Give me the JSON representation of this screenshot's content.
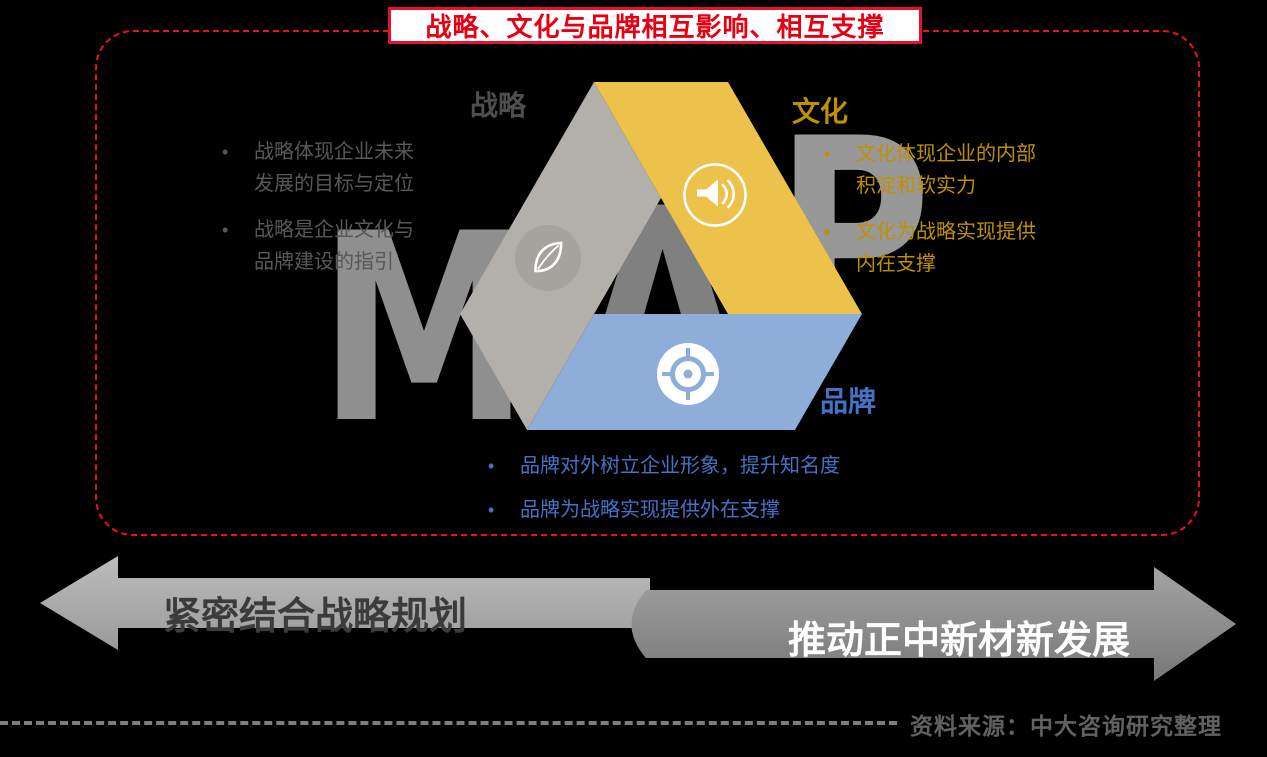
{
  "banner": {
    "title": "战略、文化与品牌相互影响、相互支撑"
  },
  "watermark": {
    "m": "M",
    "a": "A",
    "p": "P"
  },
  "sections": {
    "strategy": {
      "label": "战略",
      "icon": "leaf-icon",
      "bullets": [
        "战略体现企业未来发展的目标与定位",
        "战略是企业文化与品牌建设的指引"
      ]
    },
    "culture": {
      "label": "文化",
      "icon": "megaphone-icon",
      "bullets": [
        "文化体现企业的内部积淀和软实力",
        "文化为战略实现提供内在支撑"
      ]
    },
    "brand": {
      "label": "品牌",
      "icon": "target-icon",
      "bullets": [
        "品牌对外树立企业形象，提升知名度",
        "品牌为战略实现提供外在支撑"
      ]
    }
  },
  "arrows": {
    "left": "紧密结合战略规划",
    "right": "推动正中新材新发展"
  },
  "footer": {
    "source": "资料来源：中大咨询研究整理"
  },
  "colors": {
    "accent_red": "#e8112d",
    "strategy_bar_gray": "#b3b0ac",
    "culture_bar_gold": "#ecc24b",
    "brand_bar_blue": "#8fadd9",
    "culture_text_gold": "#bf9000",
    "brand_text_blue": "#4472c4",
    "dark_text_gray": "#585858"
  }
}
